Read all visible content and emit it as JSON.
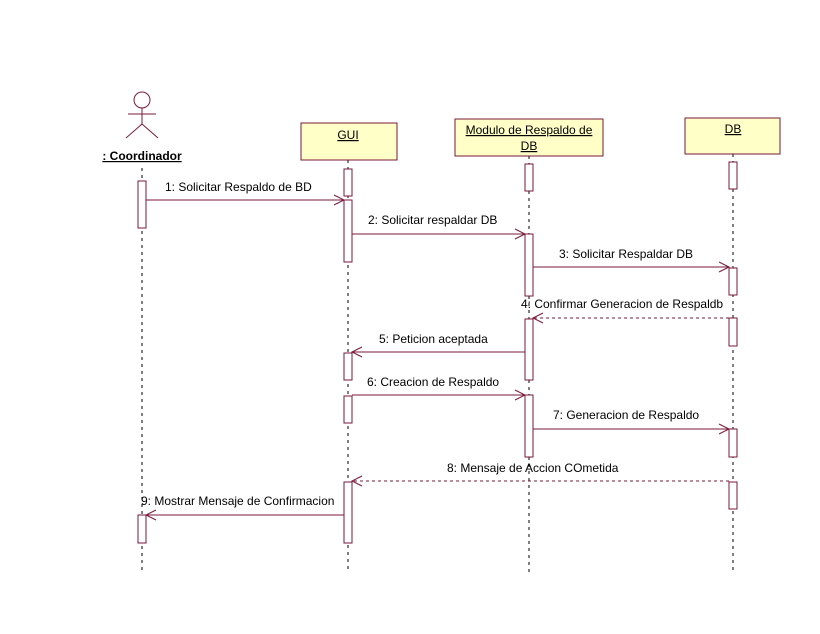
{
  "diagram": {
    "type": "sequence",
    "colors": {
      "line": "#7a1a3a",
      "box_fill": "#ffffc8",
      "activation_fill": "#ffffff",
      "lifeline": "#000000"
    },
    "actor": {
      "label": ": Coordinador"
    },
    "objects": [
      {
        "label": "GUI"
      },
      {
        "label_line1": "Modulo de Respaldo de",
        "label_line2": "DB"
      },
      {
        "label": "DB"
      }
    ],
    "messages": [
      {
        "label": "1: Solicitar Respaldo de BD",
        "style": "solid"
      },
      {
        "label": "2: Solicitar respaldar DB",
        "style": "solid"
      },
      {
        "label": "3: Solicitar Respaldar DB",
        "style": "solid"
      },
      {
        "label": "4: Confirmar Generacion de Respaldb",
        "style": "dashed"
      },
      {
        "label": "5: Peticion aceptada",
        "style": "solid"
      },
      {
        "label": "6: Creacion de Respaldo",
        "style": "solid"
      },
      {
        "label": "7: Generacion de Respaldo",
        "style": "solid"
      },
      {
        "label": "8: Mensaje de Accion COmetida",
        "style": "dashed"
      },
      {
        "label": "9: Mostrar Mensaje de Confirmacion",
        "style": "solid"
      }
    ]
  }
}
